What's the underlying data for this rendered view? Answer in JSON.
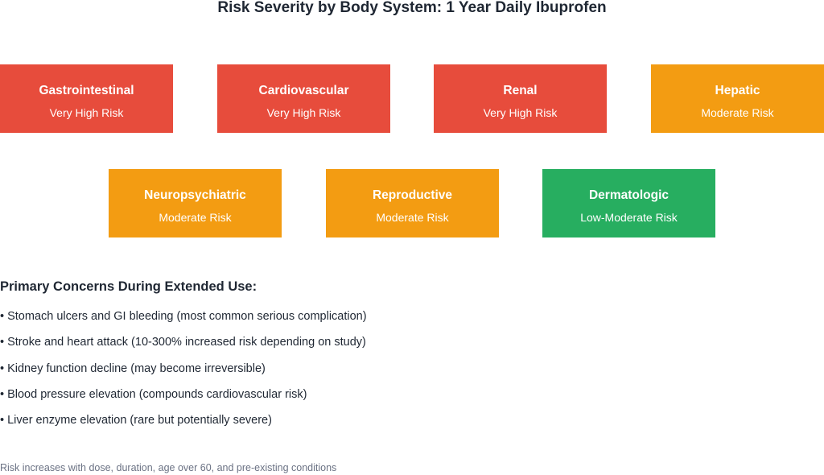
{
  "title": "Risk Severity by Body System: 1 Year Daily Ibuprofen",
  "colors": {
    "very_high": "#e74c3c",
    "moderate": "#f39c12",
    "low_moderate": "#27ae60",
    "title_text": "#1f2733",
    "footnote_text": "#6b7284"
  },
  "systems": [
    {
      "name": "Gastrointestinal",
      "risk": "Very High Risk",
      "level": "very_high"
    },
    {
      "name": "Cardiovascular",
      "risk": "Very High Risk",
      "level": "very_high"
    },
    {
      "name": "Renal",
      "risk": "Very High Risk",
      "level": "very_high"
    },
    {
      "name": "Hepatic",
      "risk": "Moderate Risk",
      "level": "moderate"
    },
    {
      "name": "Neuropsychiatric",
      "risk": "Moderate Risk",
      "level": "moderate"
    },
    {
      "name": "Reproductive",
      "risk": "Moderate Risk",
      "level": "moderate"
    },
    {
      "name": "Dermatologic",
      "risk": "Low-Moderate Risk",
      "level": "low_moderate"
    }
  ],
  "concerns": {
    "heading": "Primary Concerns During Extended Use:",
    "items": [
      "• Stomach ulcers and GI bleeding (most common serious complication)",
      "• Stroke and heart attack (10-300% increased risk depending on study)",
      "• Kidney function decline (may become irreversible)",
      "• Blood pressure elevation (compounds cardiovascular risk)",
      "• Liver enzyme elevation (rare but potentially severe)"
    ]
  },
  "footnote": "Risk increases with dose, duration, age over 60, and pre-existing conditions"
}
